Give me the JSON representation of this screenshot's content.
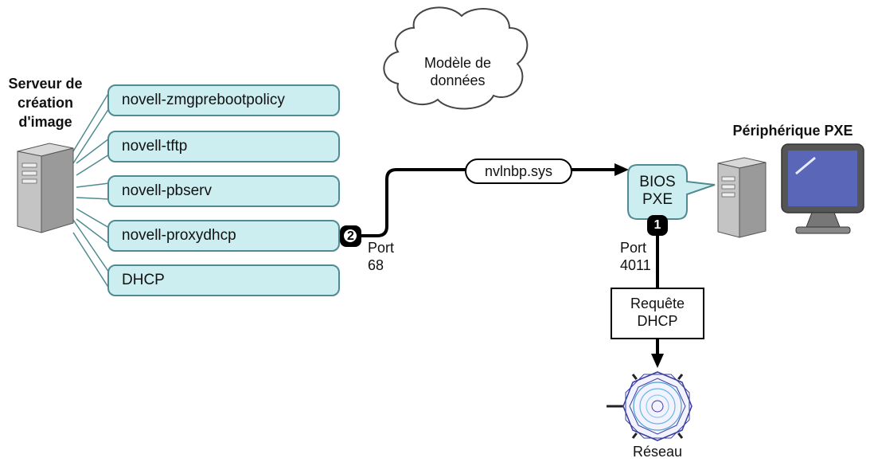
{
  "server": {
    "title_lines": [
      "Serveur de",
      "création",
      "d'image"
    ],
    "services": [
      "novell-zmgprebootpolicy",
      "novell-tftp",
      "novell-pbserv",
      "novell-proxydhcp",
      "DHCP"
    ]
  },
  "cloud": {
    "lines": [
      "Modèle de",
      "données"
    ]
  },
  "file_label": "nvlnbp.sys",
  "pxe_bios": {
    "lines": [
      "BIOS",
      "PXE"
    ]
  },
  "pxe_device_title": "Périphérique PXE",
  "ports": {
    "left": [
      "Port",
      "68"
    ],
    "right": [
      "Port",
      "4011"
    ]
  },
  "markers": [
    "1",
    "2"
  ],
  "request_box": [
    "Requête",
    "DHCP"
  ],
  "network_label": "Réseau",
  "icons": [
    "server-tower-icon",
    "workstation-icon",
    "monitor-icon",
    "cloud-icon",
    "network-hub-icon"
  ]
}
